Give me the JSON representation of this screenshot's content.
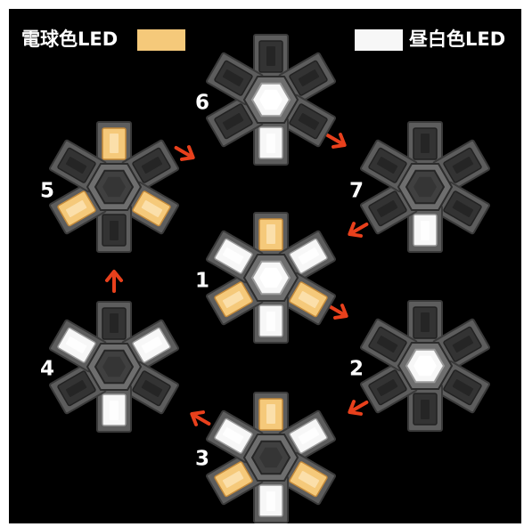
{
  "legend": {
    "warm_label": "電球色LED",
    "daylight_label": "昼白色LED"
  },
  "colors": {
    "background": "#000000",
    "frame": "#ffffff",
    "warm": "#f5c97a",
    "warm_edge": "#c48a3a",
    "daylight": "#f7f7f7",
    "daylight_edge": "#9a9a9a",
    "arm": "#5d5d5d",
    "arm_edge": "#3a3a3a",
    "slot_off": "#333333",
    "hub": "#404040",
    "hub_ring": "#6e6e6e",
    "arrow": "#e8401c"
  },
  "patterns": [
    {
      "label": "1",
      "pattern": [
        "warm",
        "day",
        "warm",
        "day",
        "warm",
        "day"
      ],
      "hub": "day"
    },
    {
      "label": "2",
      "pattern": [
        "off",
        "off",
        "off",
        "off",
        "off",
        "off"
      ],
      "hub": "day"
    },
    {
      "label": "3",
      "pattern": [
        "warm",
        "day",
        "warm",
        "day",
        "warm",
        "day"
      ],
      "hub": "off"
    },
    {
      "label": "4",
      "pattern": [
        "off",
        "day",
        "off",
        "day",
        "off",
        "day"
      ],
      "hub": "off"
    },
    {
      "label": "5",
      "pattern": [
        "warm",
        "off",
        "warm",
        "off",
        "warm",
        "off"
      ],
      "hub": "off"
    },
    {
      "label": "6",
      "pattern": [
        "off",
        "off",
        "off",
        "day",
        "off",
        "off"
      ],
      "hub": "day"
    },
    {
      "label": "7",
      "pattern": [
        "off",
        "off",
        "off",
        "day",
        "off",
        "off"
      ],
      "hub": "off"
    }
  ],
  "arrow_icon": "red-chevron-arrow"
}
